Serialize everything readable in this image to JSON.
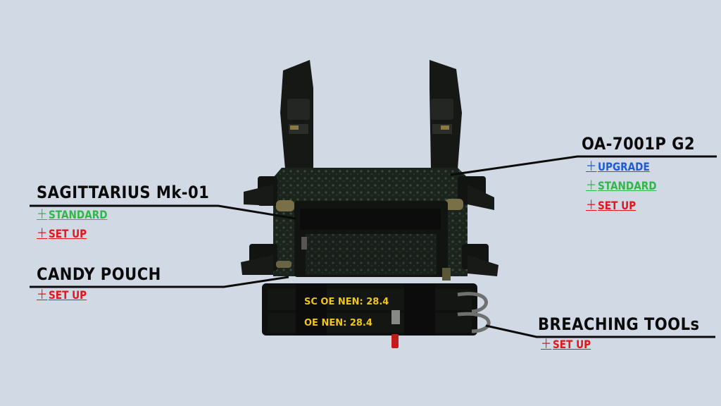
{
  "colors": {
    "background": "#d1d9e4",
    "set_up": "#e8141b",
    "standard": "#2fb84a",
    "upgrade": "#1e5bd9",
    "title_text": "#0b0b0b",
    "rig_body": "#171a18",
    "rig_accent_text": "#f0c41a"
  },
  "product": {
    "front_panel_text": "SC   OE NEN: 28.4",
    "front_panel_text_2": "   OE NEN: 28.4"
  },
  "callouts": {
    "sagittarius": {
      "title": "SAGITTARIUS Mk-01",
      "options": [
        {
          "icon": "plus-icon",
          "symbol": "＋",
          "label": "STANDARD",
          "color": "green"
        },
        {
          "icon": "plus-icon",
          "symbol": "＋",
          "label": "SET UP",
          "color": "red"
        }
      ]
    },
    "candy_pouch": {
      "title": "CANDY POUCH",
      "options": [
        {
          "icon": "plus-icon",
          "symbol": "＋",
          "label": "SET UP",
          "color": "red"
        }
      ]
    },
    "oa_7001p": {
      "title": "OA-7001P G2",
      "options": [
        {
          "icon": "plus-icon",
          "symbol": "＋",
          "label": "UPGRADE",
          "color": "blue"
        },
        {
          "icon": "plus-icon",
          "symbol": "＋",
          "label": "STANDARD",
          "color": "green"
        },
        {
          "icon": "plus-icon",
          "symbol": "＋",
          "label": "SET UP",
          "color": "red"
        }
      ]
    },
    "breaching_tools": {
      "title": "BREACHING TOOLs",
      "options": [
        {
          "icon": "plus-icon",
          "symbol": "＋",
          "label": "SET UP",
          "color": "red"
        }
      ]
    }
  }
}
